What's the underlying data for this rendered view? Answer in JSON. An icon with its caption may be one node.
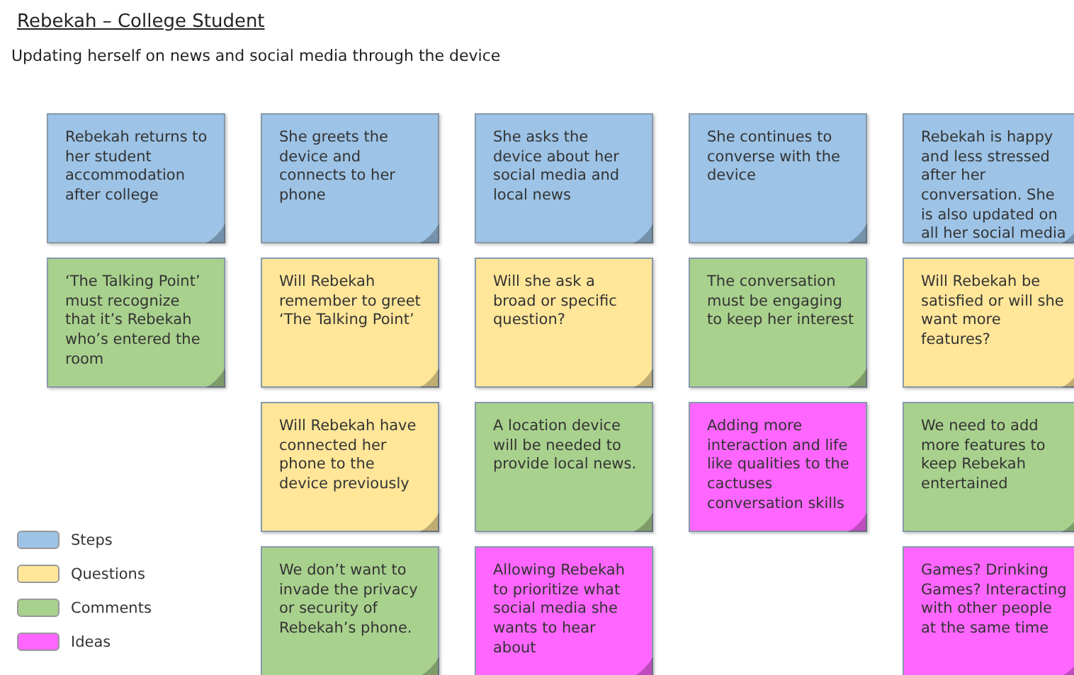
{
  "diagram": {
    "title": "Rebekah – College Student",
    "nodes": [
      {
        "text": [
          "Rebekah returns to her student accommodation after college"
        ]
      },
      {
        "text": [
          "She greets the device and connects to her phone"
        ]
      },
      {
        "text": [
          "She asks the device about her social media and local news"
        ]
      },
      {
        "text": [
          "She continues to converse with the device"
        ]
      },
      {
        "text": [
          "Rebekah is happy and less stressed after her conversation. She is also updated on all her social media"
        ]
      },
      {
        "text": [
          "‘The Talking Point’ must recognize that it’s Rebekah who’s entered the room"
        ]
      },
      {
        "text": [
          "Will Rebekah remember to greet ‘The Talking Point’"
        ]
      },
      {
        "text": [
          "Will she ask a broad or specific question?"
        ]
      },
      {
        "text": [
          "The conversation must be engaging to keep her interest"
        ]
      },
      {
        "text": [
          "Will Rebekah be satisfied or will she want more features?"
        ]
      },
      {
        "text": [
          "Will Rebekah have connected her phone to the device previously"
        ]
      },
      {
        "text": [
          "A location device will be needed to provide local news."
        ]
      },
      {
        "text": [
          "Adding more interaction and life like qualities to the cactuses conversation skills"
        ]
      },
      {
        "text": [
          "We need to add more features to keep Rebekah entertained"
        ]
      },
      {
        "text": [
          "We don’t want to invade the privacy or security of Rebekah’s phone."
        ]
      },
      {
        "text": [
          "Allowing Rebekah to prioritize what social media she wants to hear about"
        ]
      },
      {
        "text": [
          "Games? Drinking Games? Interacting with other people at the same time"
        ]
      }
    ],
    "labels": [
      "Updating herself on news and social media through the device"
    ],
    "legend": [
      {
        "text": "Steps",
        "color": "#9dc3e6"
      },
      {
        "text": "Questions",
        "color": "#ffe699"
      },
      {
        "text": "Comments",
        "color": "#a9d18e"
      },
      {
        "text": "Ideas",
        "color": "#ff66ff"
      }
    ]
  }
}
